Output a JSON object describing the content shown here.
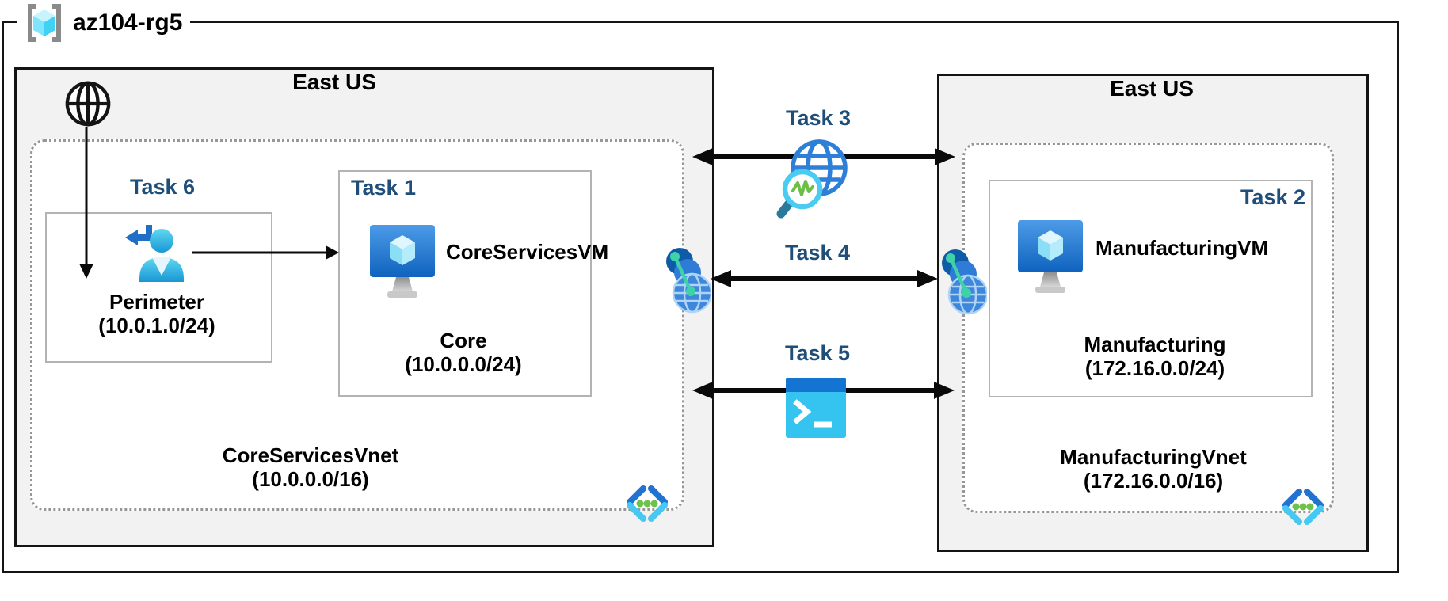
{
  "resource_group": {
    "name": "az104-rg5"
  },
  "left_region": {
    "location": "East US",
    "task6_label": "Task 6",
    "perimeter_subnet": {
      "name": "Perimeter",
      "cidr": "(10.0.1.0/24)"
    },
    "task1": {
      "label": "Task 1",
      "vm_name": "CoreServicesVM",
      "subnet": {
        "name": "Core",
        "cidr": "(10.0.0.0/24)"
      }
    },
    "vnet": {
      "name": "CoreServicesVnet",
      "cidr": "(10.0.0.0/16)"
    }
  },
  "right_region": {
    "location": "East US",
    "task2": {
      "label": "Task 2",
      "vm_name": "ManufacturingVM",
      "subnet": {
        "name": "Manufacturing",
        "cidr": "(172.16.0.0/24)"
      }
    },
    "vnet": {
      "name": "ManufacturingVnet",
      "cidr": "(172.16.0.0/16)"
    }
  },
  "connections": {
    "task3_label": "Task 3",
    "task4_label": "Task 4",
    "task5_label": "Task 5"
  },
  "colors": {
    "task_label_blue": "#1F4E79",
    "region_fill": "#F2F2F2",
    "outline_black": "#141414",
    "azure_blue": "#2E7CD6",
    "cyan": "#45C9F2",
    "vm_screen_blue": "#1064C0",
    "green": "#6CC24A",
    "teal_green": "#3FD2A8",
    "gray_bracket": "#8A8A8A"
  }
}
